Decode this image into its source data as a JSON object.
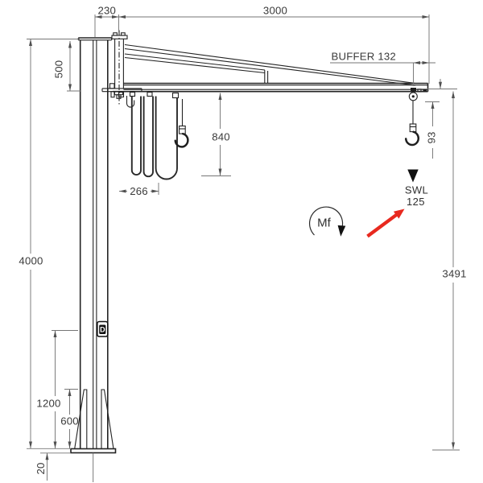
{
  "drawing": {
    "type": "pillar jib crane dimensional drawing",
    "units": "mm"
  },
  "dims": {
    "top_offset": "230",
    "outreach": "3000",
    "head_height": "500",
    "buffer": "BUFFER 132",
    "hook_drop": "840",
    "festoon_depth": "266",
    "hoist_headroom": "93",
    "column_height": "4000",
    "clear_height": "3491",
    "lower_mark": "1200",
    "gusset_height": "600",
    "plate_thickness": "20"
  },
  "labels": {
    "swl_line1": "SWL",
    "swl_line2": "125",
    "moment": "Mf",
    "logo_letter": "D"
  },
  "colors": {
    "structure": "#232323",
    "dimension_line": "#767676",
    "dimension_text": "#3a3a3a",
    "highlight_red": "#e8291f",
    "background": "#ffffff"
  }
}
